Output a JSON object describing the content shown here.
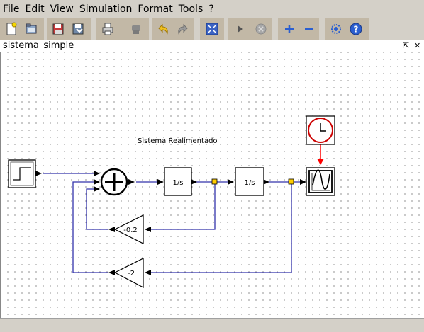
{
  "menu": {
    "file": {
      "mnemonic": "F",
      "rest": "ile"
    },
    "edit": {
      "mnemonic": "E",
      "rest": "dit"
    },
    "view": {
      "mnemonic": "V",
      "rest": "iew"
    },
    "simulation": {
      "mnemonic": "S",
      "rest": "imulation"
    },
    "format": {
      "mnemonic": "F",
      "rest": "ormat"
    },
    "tools": {
      "mnemonic": "T",
      "rest": "ools"
    },
    "help": {
      "mnemonic": "?",
      "rest": ""
    }
  },
  "toolbar": {
    "icons": [
      "new-diagram-icon",
      "open-icon",
      "save-icon",
      "save-as-icon",
      "print-icon",
      "delete-icon",
      "undo-icon",
      "redo-icon",
      "fit-diagram-icon",
      "start-icon",
      "stop-icon",
      "zoom-in-icon",
      "zoom-out-icon",
      "palette-browser-icon",
      "help-icon"
    ]
  },
  "window": {
    "title": "sistema_simple",
    "controls": {
      "undock": "⇱",
      "close": "✕"
    }
  },
  "diagram": {
    "annotation": "Sistema Realimentado",
    "integrator1_label": "1/s",
    "integrator2_label": "1/s",
    "gain1_label": "-0.2",
    "gain2_label": "-2",
    "colors": {
      "link": "#3333aa",
      "event_link": "#ff0000",
      "split": "#ffcc00",
      "clock": "#cc0000"
    }
  }
}
